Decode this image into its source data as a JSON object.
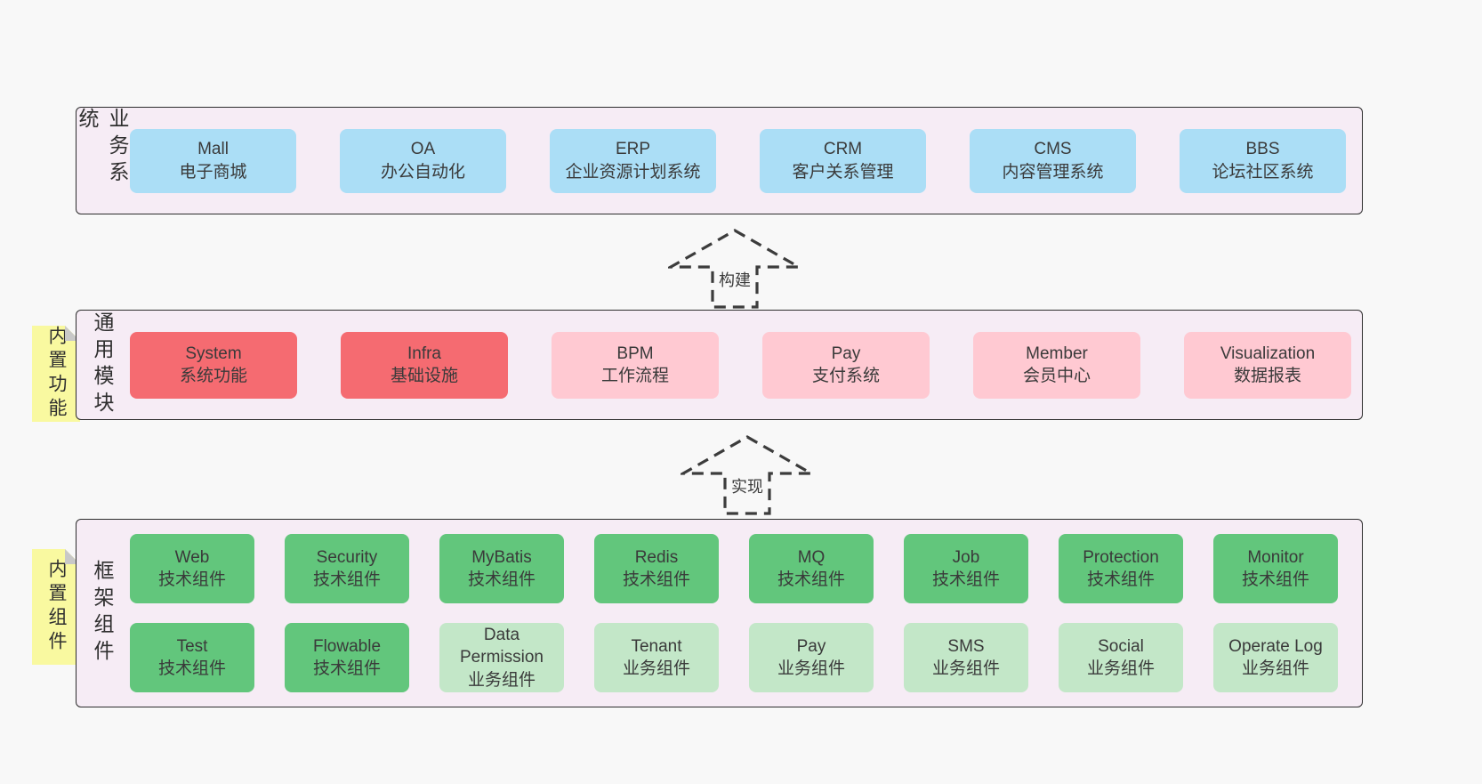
{
  "colors": {
    "blue": "#abdef6",
    "red": "#f56b71",
    "pink": "#ffc9d2",
    "green": "#62c67c",
    "lightgreen": "#c3e7c8",
    "panel_fill": "#f6ecf5",
    "note_yellow": "#f9f9a0",
    "note_fold": "#c8c8c8",
    "page_bg": "#f8f8f8"
  },
  "arrows": [
    {
      "label": "构建"
    },
    {
      "label": "实现"
    }
  ],
  "panels": [
    {
      "label": "业务系统",
      "rows": [
        [
          {
            "en": "Mall",
            "zh": "电子商城",
            "variant": "blue"
          },
          {
            "en": "OA",
            "zh": "办公自动化",
            "variant": "blue"
          },
          {
            "en": "ERP",
            "zh": "企业资源计划系统",
            "variant": "blue"
          },
          {
            "en": "CRM",
            "zh": "客户关系管理",
            "variant": "blue"
          },
          {
            "en": "CMS",
            "zh": "内容管理系统",
            "variant": "blue"
          },
          {
            "en": "BBS",
            "zh": "论坛社区系统",
            "variant": "blue"
          }
        ]
      ]
    },
    {
      "label": "通用模块",
      "note": "内置功能",
      "rows": [
        [
          {
            "en": "System",
            "zh": "系统功能",
            "variant": "red"
          },
          {
            "en": "Infra",
            "zh": "基础设施",
            "variant": "red"
          },
          {
            "en": "BPM",
            "zh": "工作流程",
            "variant": "pink"
          },
          {
            "en": "Pay",
            "zh": "支付系统",
            "variant": "pink"
          },
          {
            "en": "Member",
            "zh": "会员中心",
            "variant": "pink"
          },
          {
            "en": "Visualization",
            "zh": "数据报表",
            "variant": "pink"
          }
        ]
      ]
    },
    {
      "label": "框架组件",
      "note": "内置组件",
      "rows": [
        [
          {
            "en": "Web",
            "zh": "技术组件",
            "variant": "green"
          },
          {
            "en": "Security",
            "zh": "技术组件",
            "variant": "green"
          },
          {
            "en": "MyBatis",
            "zh": "技术组件",
            "variant": "green"
          },
          {
            "en": "Redis",
            "zh": "技术组件",
            "variant": "green"
          },
          {
            "en": "MQ",
            "zh": "技术组件",
            "variant": "green"
          },
          {
            "en": "Job",
            "zh": "技术组件",
            "variant": "green"
          },
          {
            "en": "Protection",
            "zh": "技术组件",
            "variant": "green"
          },
          {
            "en": "Monitor",
            "zh": "技术组件",
            "variant": "green"
          }
        ],
        [
          {
            "en": "Test",
            "zh": "技术组件",
            "variant": "green"
          },
          {
            "en": "Flowable",
            "zh": "技术组件",
            "variant": "green"
          },
          {
            "en": "Data Permission",
            "zh": "业务组件",
            "variant": "lightgreen"
          },
          {
            "en": "Tenant",
            "zh": "业务组件",
            "variant": "lightgreen"
          },
          {
            "en": "Pay",
            "zh": "业务组件",
            "variant": "lightgreen"
          },
          {
            "en": "SMS",
            "zh": "业务组件",
            "variant": "lightgreen"
          },
          {
            "en": "Social",
            "zh": "业务组件",
            "variant": "lightgreen"
          },
          {
            "en": "Operate Log",
            "zh": "业务组件",
            "variant": "lightgreen"
          }
        ]
      ]
    }
  ]
}
